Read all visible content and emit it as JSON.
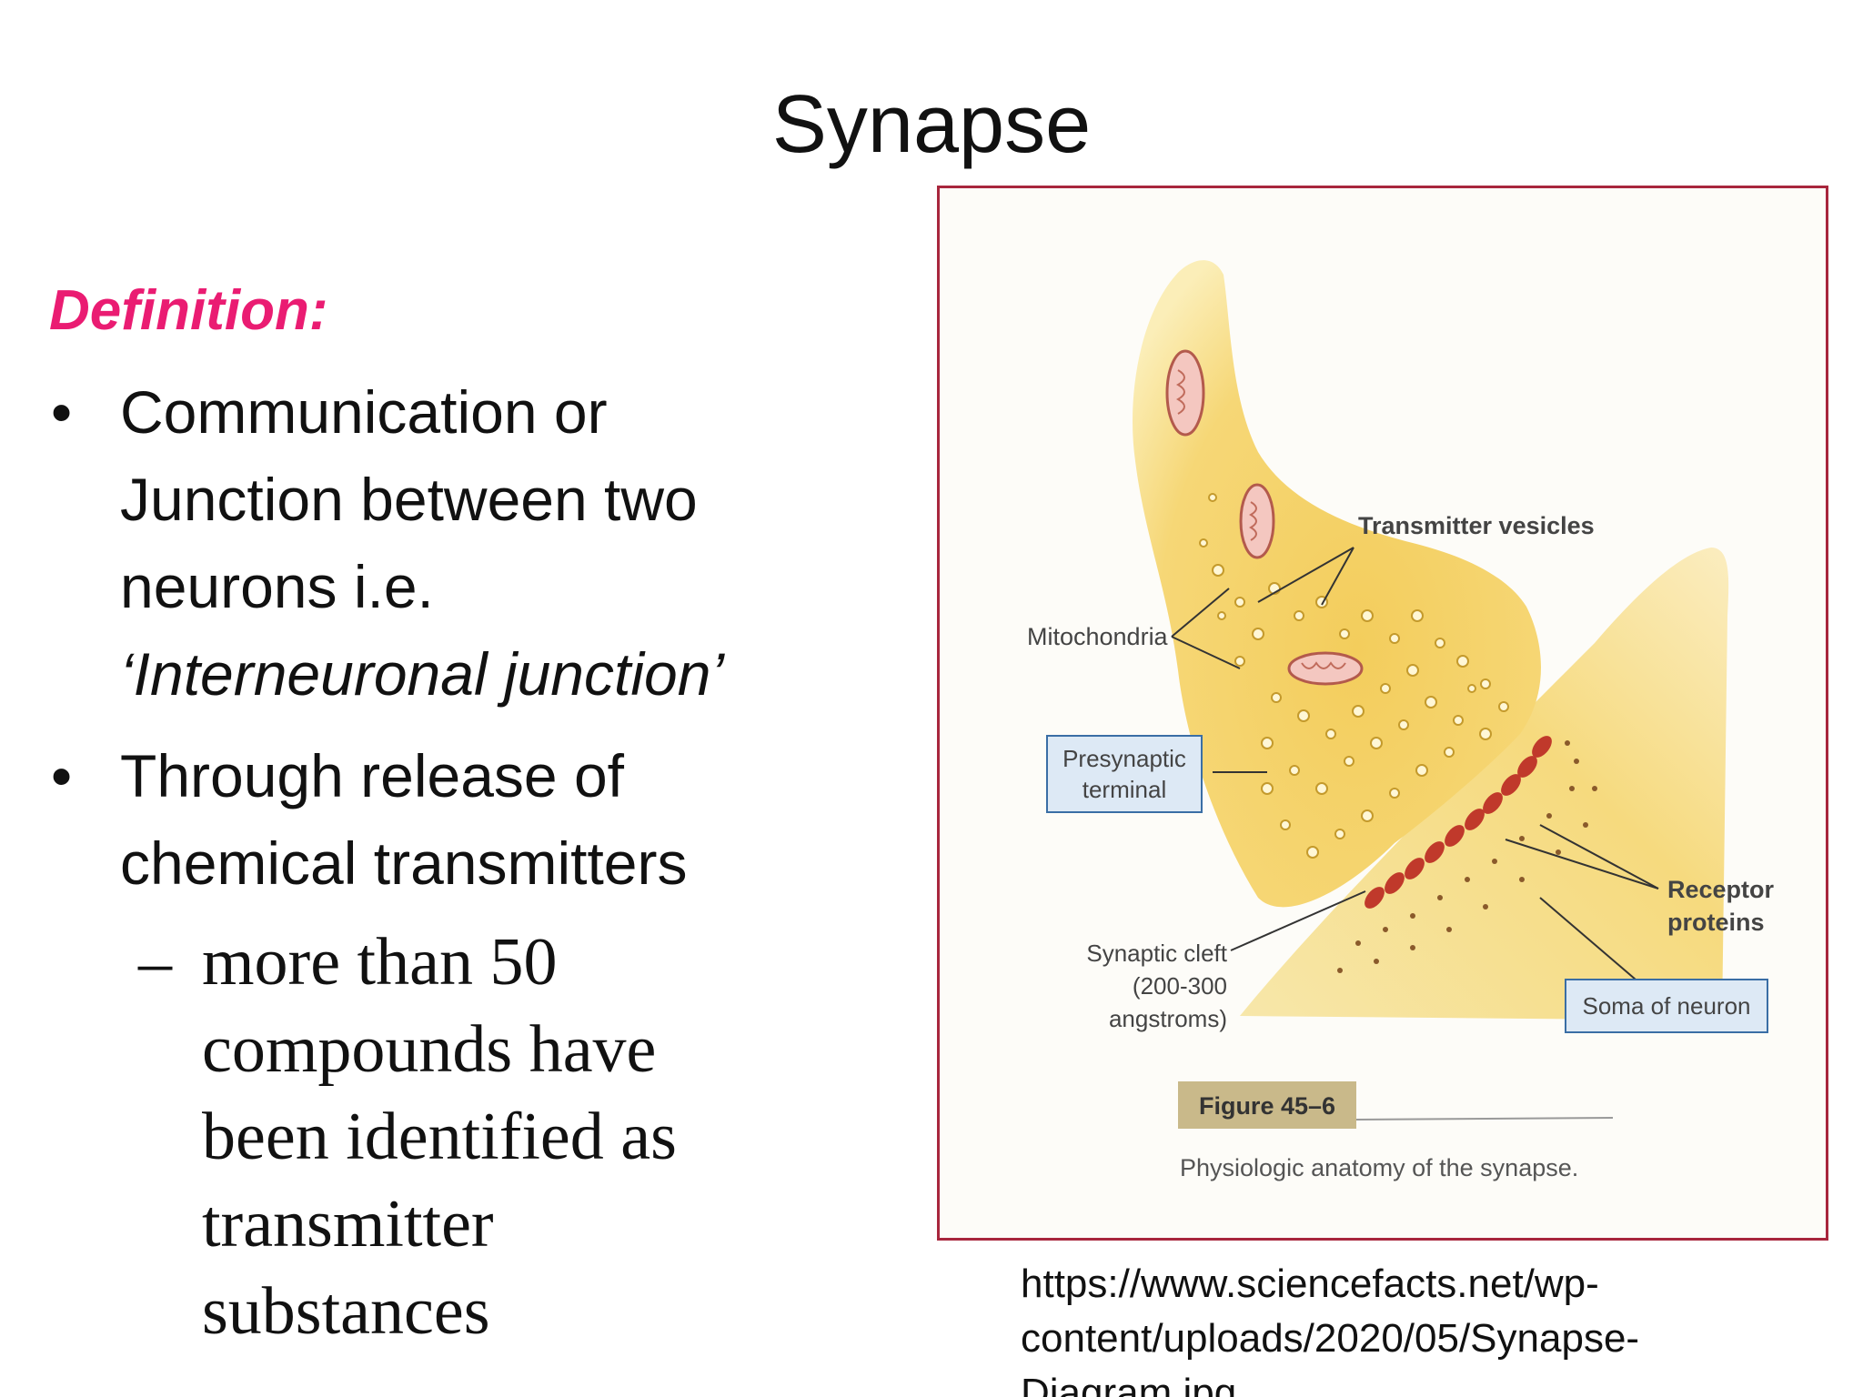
{
  "slide": {
    "title": "Synapse",
    "definition_heading": "Definition:",
    "bullets": [
      {
        "lines": [
          "Communication or",
          "Junction  between two",
          "neurons i.e.",
          "‘Interneuronal junction’"
        ]
      },
      {
        "lines": [
          "Through release of",
          "chemical transmitters"
        ]
      }
    ],
    "sub_bullet": {
      "dash": "–",
      "lines": [
        "more than 50",
        "compounds have",
        "been identified as",
        "transmitter",
        "substances"
      ]
    },
    "bullet_symbol": "•"
  },
  "figure": {
    "labels": {
      "transmitter_vesicles": "Transmitter vesicles",
      "mitochondria": "Mitochondria",
      "presynaptic_line1": "Presynaptic",
      "presynaptic_line2": "terminal",
      "synaptic_cleft_line1": "Synaptic cleft",
      "synaptic_cleft_line2": "(200-300",
      "synaptic_cleft_line3": "angstroms)",
      "receptor_line1": "Receptor",
      "receptor_line2": "proteins",
      "soma": "Soma of neuron",
      "figure_number": "Figure 45–6",
      "caption": "Physiologic anatomy of the synapse."
    },
    "colors": {
      "terminal_fill": "#f6d776",
      "soma_fill": "#f8e39a",
      "receptor": "#c0392b",
      "label_box": "#dde9f5",
      "frame": "#a8263d"
    }
  },
  "source_url_lines": [
    "https://www.sciencefacts.net/wp-",
    "content/uploads/2020/05/Synapse-",
    "Diagram.jpg"
  ]
}
